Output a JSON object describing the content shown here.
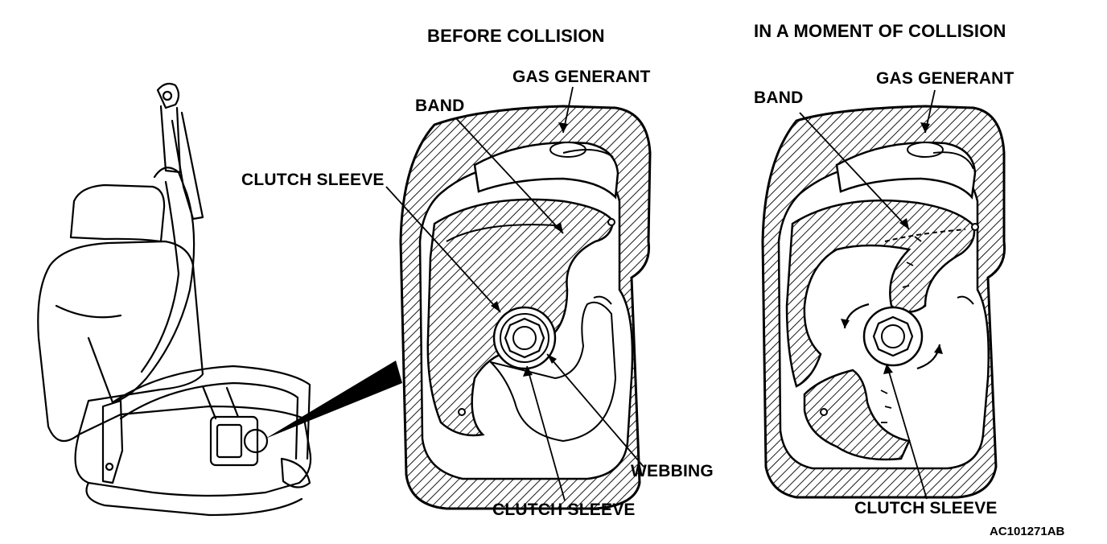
{
  "colors": {
    "ink": "#000000",
    "paper": "#ffffff"
  },
  "panels": {
    "before": {
      "title": "BEFORE COLLISION",
      "gas_generant": "GAS GENERANT",
      "band": "BAND",
      "clutch_sleeve_top": "CLUTCH SLEEVE",
      "webbing": "WEBBING",
      "clutch_sleeve_bottom": "CLUTCH SLEEVE"
    },
    "during": {
      "title": "IN A MOMENT OF COLLISION",
      "gas_generant": "GAS GENERANT",
      "band": "BAND",
      "clutch_sleeve": "CLUTCH SLEEVE"
    }
  },
  "figure_code": "AC101271AB"
}
